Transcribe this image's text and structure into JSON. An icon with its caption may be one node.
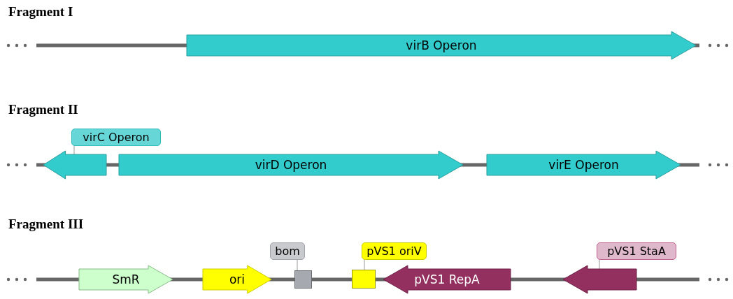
{
  "diagram": {
    "nodes": [
      {
        "text": [
          "virB Operon"
        ]
      },
      {
        "text": [
          "virC Operon"
        ]
      },
      {
        "text": [],
        "shape": "arrow"
      },
      {
        "text": [
          "virD Operon"
        ]
      },
      {
        "text": [
          "virE Operon"
        ]
      },
      {
        "text": [
          "SmR"
        ]
      },
      {
        "text": [
          "ori"
        ]
      },
      {
        "text": [
          "bom"
        ]
      },
      {
        "text": [],
        "shape": "box"
      },
      {
        "text": [
          "pVS1 oriV"
        ]
      },
      {
        "text": [],
        "shape": "box"
      },
      {
        "text": [
          "pVS1 RepA"
        ]
      },
      {
        "text": [
          "pVS1 StaA"
        ]
      },
      {
        "text": [],
        "shape": "arrow"
      }
    ],
    "edges": [
      {
        "from": 1,
        "to": 2,
        "arrow": "none"
      },
      {
        "from": 7,
        "to": 8,
        "arrow": "none"
      },
      {
        "from": 9,
        "to": 10,
        "arrow": "none"
      },
      {
        "from": 12,
        "to": 13,
        "arrow": "none"
      }
    ],
    "labels": [
      "Fragment I",
      "Fragment II",
      "Fragment III"
    ]
  }
}
